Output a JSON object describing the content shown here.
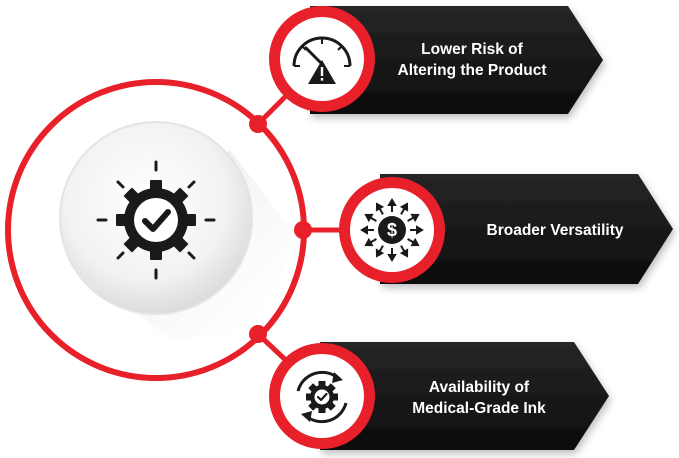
{
  "colors": {
    "accent": "#e8202a",
    "banner": "#161616",
    "icon": "#1a1a1a",
    "background": "#ffffff"
  },
  "center": {
    "icon": "gear-check-icon"
  },
  "items": [
    {
      "icon": "gauge-warning-icon",
      "line1": "Lower Risk of",
      "line2": "Altering the Product"
    },
    {
      "icon": "dollar-arrows-icon",
      "line1": "Broader Versatility",
      "line2": ""
    },
    {
      "icon": "gear-cycle-icon",
      "line1": "Availability of",
      "line2": "Medical-Grade Ink"
    }
  ]
}
